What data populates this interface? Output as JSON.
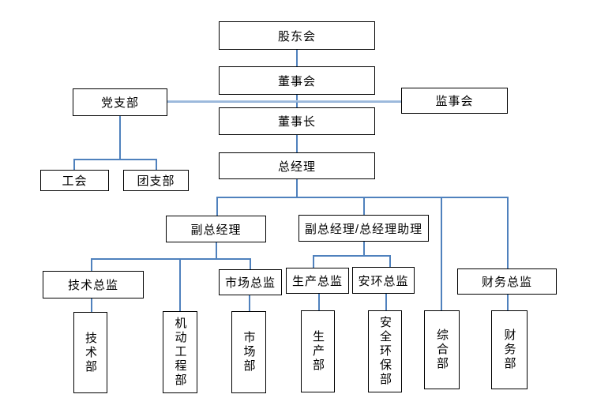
{
  "org_chart": {
    "nodes": {
      "shareholders": "股东会",
      "board": "董事会",
      "party_branch": "党支部",
      "supervisory_board": "监事会",
      "chairman": "董事长",
      "general_manager": "总经理",
      "labor_union": "工会",
      "youth_league": "团支部",
      "deputy_gm": "副总经理",
      "deputy_gm_assistant": "副总经理/总经理助理",
      "tech_director": "技术总监",
      "market_director": "市场总监",
      "production_director": "生产总监",
      "safety_director": "安环总监",
      "finance_director": "财务总监",
      "tech_dept": "技术部",
      "mechanical_engineering_dept": "机动工程部",
      "market_dept": "市场部",
      "production_dept": "生产部",
      "safety_env_dept": "安全环保部",
      "general_dept": "综合部",
      "finance_dept": "财务部"
    },
    "colors": {
      "connector": "#4f81bd",
      "cross_link": "#9ebde0",
      "box_border": "#000000",
      "background": "#ffffff"
    }
  }
}
